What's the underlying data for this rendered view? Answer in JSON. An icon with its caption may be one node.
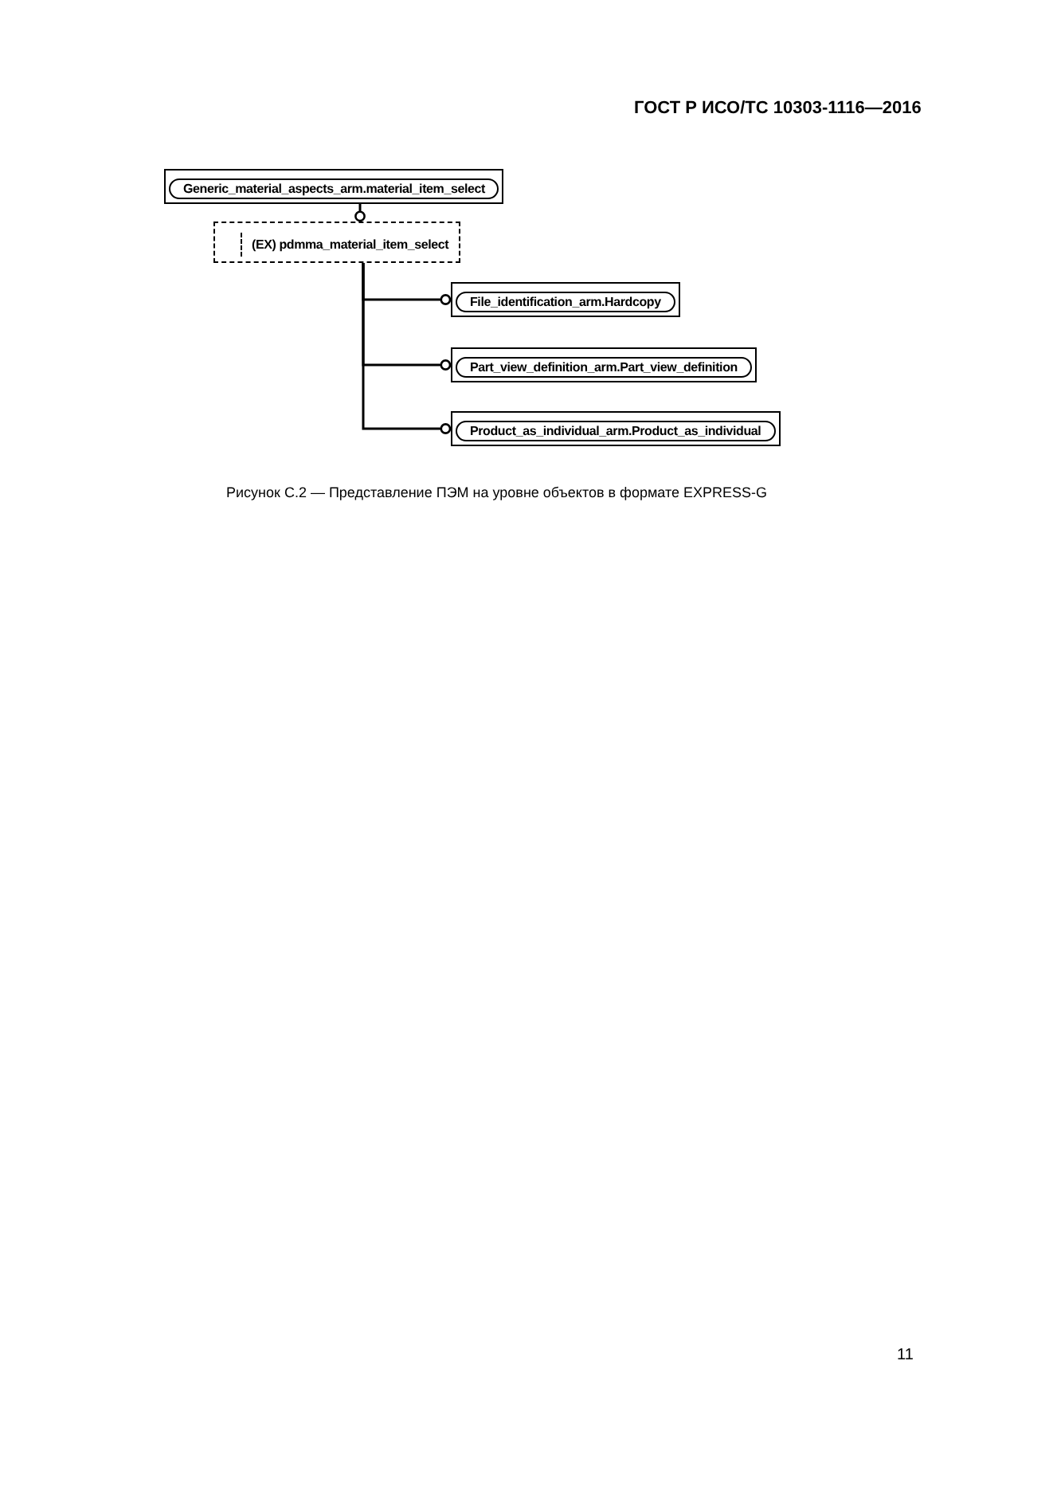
{
  "diagram": {
    "caption": "Рисунок С.2 — Представление ПЭМ на уровне объектов в формате EXPRESS-G",
    "nodes": [
      {
        "text": [
          "Generic_material_aspects_arm.material_item_select"
        ]
      },
      {
        "text": [
          "(EX) pdmma_material_item_select"
        ]
      },
      {
        "text": [
          "File_identification_arm.Hardcopy"
        ]
      },
      {
        "text": [
          "Part_view_definition_arm.Part_view_definition"
        ]
      },
      {
        "text": [
          "Product_as_individual_arm.Product_as_individual"
        ]
      }
    ],
    "edges": [
      {
        "from": 0,
        "to": 1,
        "arrow": "other"
      },
      {
        "from": 1,
        "to": 2,
        "arrow": "other"
      },
      {
        "from": 1,
        "to": 3,
        "arrow": "other"
      },
      {
        "from": 1,
        "to": 4,
        "arrow": "other"
      }
    ],
    "labels": [
      "ГОСТ Р ИСО/ТС 10303-1116—2016",
      "11"
    ]
  }
}
